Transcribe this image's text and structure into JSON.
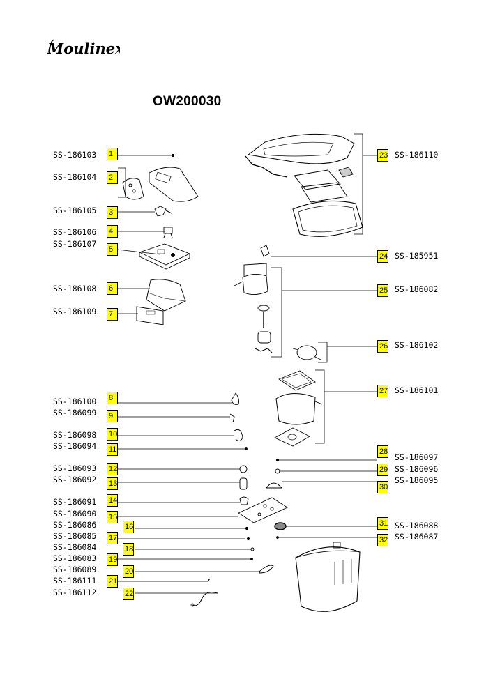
{
  "brand": "Moulinex",
  "model": "OW200030",
  "parts": [
    {
      "num": "1",
      "code": "SS-186103"
    },
    {
      "num": "2",
      "code": "SS-186104"
    },
    {
      "num": "3",
      "code": "SS-186105"
    },
    {
      "num": "4",
      "code": "SS-186106"
    },
    {
      "num": "5",
      "code": "SS-186107"
    },
    {
      "num": "6",
      "code": "SS-186108"
    },
    {
      "num": "7",
      "code": "SS-186109"
    },
    {
      "num": "8",
      "code": "SS-186100"
    },
    {
      "num": "9",
      "code": "SS-186099"
    },
    {
      "num": "10",
      "code": "SS-186098"
    },
    {
      "num": "11",
      "code": "SS-186094"
    },
    {
      "num": "12",
      "code": "SS-186093"
    },
    {
      "num": "13",
      "code": "SS-186092"
    },
    {
      "num": "14",
      "code": "SS-186091"
    },
    {
      "num": "15",
      "code": "SS-186090"
    },
    {
      "num": "16",
      "code": "SS-186086"
    },
    {
      "num": "17",
      "code": "SS-186085"
    },
    {
      "num": "18",
      "code": "SS-186084"
    },
    {
      "num": "19",
      "code": "SS-186083"
    },
    {
      "num": "20",
      "code": "SS-186089"
    },
    {
      "num": "21",
      "code": "SS-186111"
    },
    {
      "num": "22",
      "code": "SS-186112"
    },
    {
      "num": "23",
      "code": "SS-186110"
    },
    {
      "num": "24",
      "code": "SS-185951"
    },
    {
      "num": "25",
      "code": "SS-186082"
    },
    {
      "num": "26",
      "code": "SS-186102"
    },
    {
      "num": "27",
      "code": "SS-186101"
    },
    {
      "num": "28",
      "code": "SS-186097"
    },
    {
      "num": "29",
      "code": "SS-186096"
    },
    {
      "num": "30",
      "code": "SS-186095"
    },
    {
      "num": "31",
      "code": "SS-186088"
    },
    {
      "num": "32",
      "code": "SS-186087"
    }
  ],
  "colors": {
    "badge": "#ffff00",
    "line": "#000000"
  }
}
